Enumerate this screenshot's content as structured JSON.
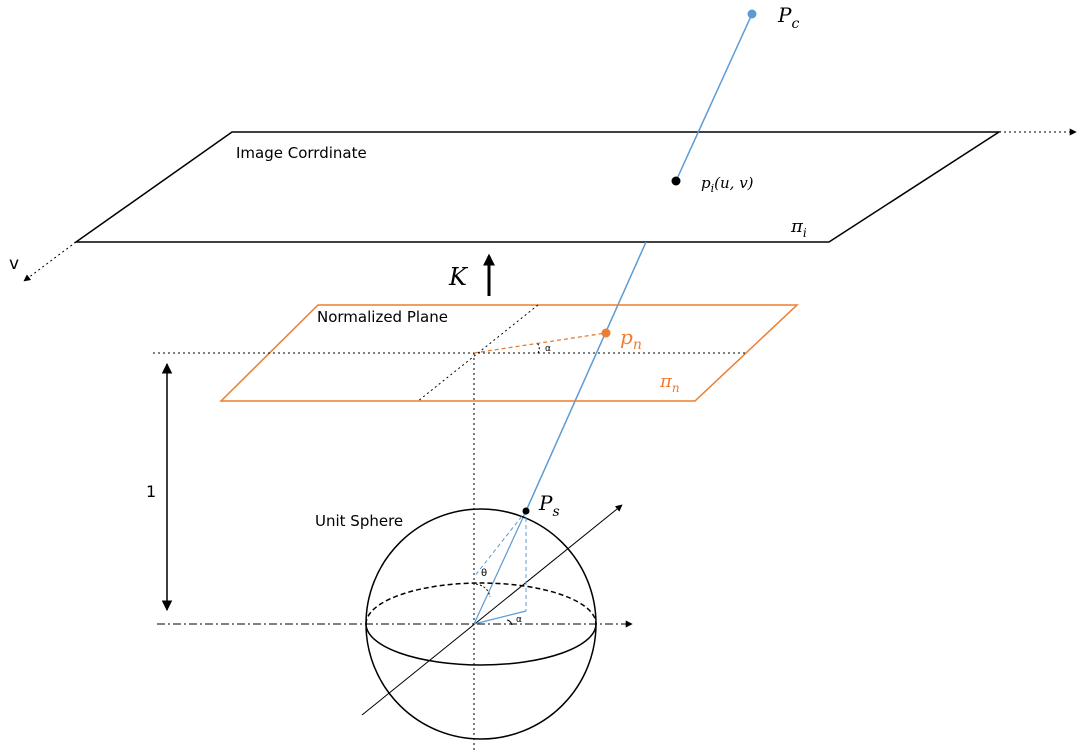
{
  "labels": {
    "image_plane": "Image Corrdinate",
    "normalized_plane": "Normalized Plane",
    "unit_sphere": "Unit Sphere",
    "v_axis": "v",
    "unit_length": "1",
    "theta": "θ",
    "alpha": "α"
  },
  "math": {
    "camera_point_base": "P",
    "camera_point_sub": "c",
    "image_point_base": "p",
    "image_point_sub": "i",
    "image_point_args": "(u, v)",
    "image_plane_base": "π",
    "image_plane_sub": "i",
    "intrinsics": "K",
    "normalized_point_base": "p",
    "normalized_point_sub": "n",
    "normalized_plane_base": "π",
    "normalized_plane_sub": "n",
    "sphere_point_base": "P",
    "sphere_point_sub": "s"
  },
  "colors": {
    "ray": "#5b9bd5",
    "normalized": "#ed7d31",
    "ink": "#000000"
  }
}
